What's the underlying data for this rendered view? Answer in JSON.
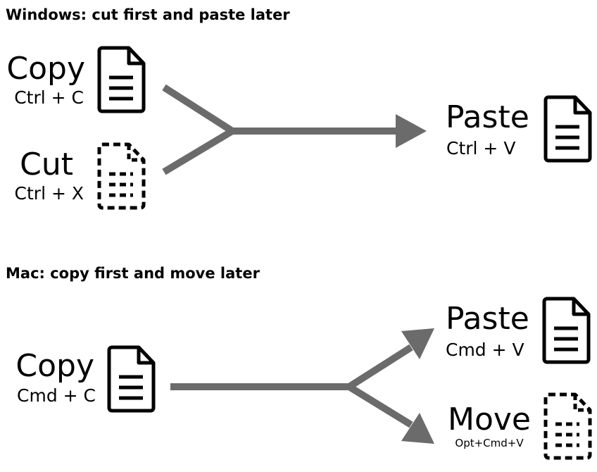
{
  "windows": {
    "heading": "Windows: cut first and paste later",
    "copy": {
      "label": "Copy",
      "shortcut": "Ctrl + C",
      "icon": "document-icon"
    },
    "cut": {
      "label": "Cut",
      "shortcut": "Ctrl + X",
      "icon": "dashed-document-icon"
    },
    "paste": {
      "label": "Paste",
      "shortcut": "Ctrl + V",
      "icon": "document-icon"
    }
  },
  "mac": {
    "heading": "Mac: copy first and move later",
    "copy": {
      "label": "Copy",
      "shortcut": "Cmd + C",
      "icon": "document-icon"
    },
    "paste": {
      "label": "Paste",
      "shortcut": "Cmd + V",
      "icon": "document-icon"
    },
    "move": {
      "label": "Move",
      "shortcut": "Opt+Cmd+V",
      "icon": "dashed-document-icon"
    }
  },
  "colors": {
    "arrow": "#6b6b6b",
    "text": "#000000",
    "background": "#ffffff"
  }
}
